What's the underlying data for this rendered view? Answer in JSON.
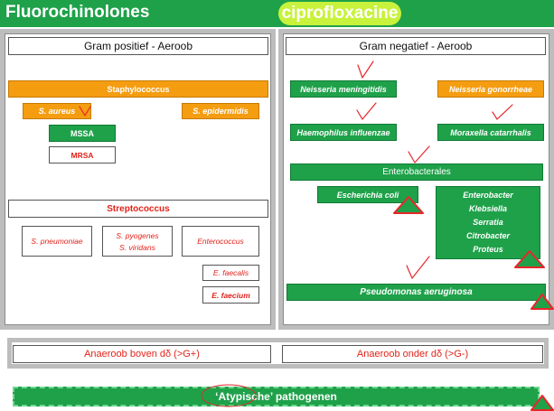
{
  "header": {
    "title": "Fluorochinolones",
    "drug": "ciprofloxacine"
  },
  "left": {
    "title": "Gram positief - Aeroob",
    "staphylococcus": "Staphylococcus",
    "s_aureus": "S. aureus",
    "s_epidermidis": "S. epidermidis",
    "mssa": "MSSA",
    "mrsa": "MRSA",
    "streptococcus": "Streptococcus",
    "s_pneumoniae": "S. pneumoniae",
    "s_pyogenes": "S. pyogenes",
    "s_viridans": "S. viridans",
    "enterococcus": "Enterococcus",
    "e_faecalis": "E. faecalis",
    "e_faecium": "E. faecium"
  },
  "right": {
    "title": "Gram negatief - Aeroob",
    "neisseria_meningitidis": "Neisseria meningitidis",
    "neisseria_gonorrheae": "Neisseria gonorrheae",
    "haemophilus": "Haemophilus influenzae",
    "moraxella": "Moraxella catarrhalis",
    "enterobacterales": "Enterobacterales",
    "e_coli": "Escherichia coli",
    "enterobacter_group": [
      "Enterobacter",
      "Klebsiella",
      "Serratia",
      "Citrobacter",
      "Proteus"
    ],
    "pseudomonas": "Pseudomonas aeruginosa"
  },
  "bottom": {
    "anaerobe_above": "Anaeroob boven dδ (>G+)",
    "anaerobe_below": "Anaeroob onder dδ (>G-)",
    "atypical": "‘Atypische’ pathogenen"
  },
  "colors": {
    "green": "#1fa14a",
    "orange": "#f59d11",
    "red_text": "#e2231a",
    "highlight": "#c8f23c",
    "marker_red": "#e8262a",
    "gray_border": "#bdbdbd"
  }
}
